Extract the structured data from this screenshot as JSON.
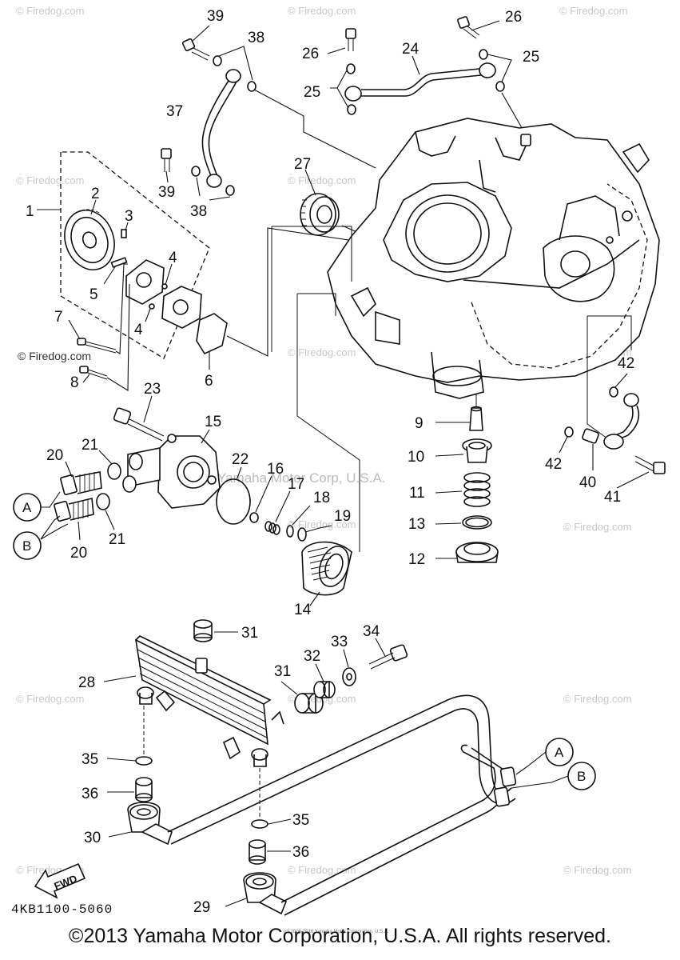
{
  "watermarks": {
    "firedog": "© Firedog.com",
    "firedog_plain": "Firedog.com",
    "yamaha_center": "Yamaha Motor Corp, U.S.A."
  },
  "parts": {
    "p1": "1",
    "p2": "2",
    "p3": "3",
    "p4a": "4",
    "p4b": "4",
    "p5": "5",
    "p6": "6",
    "p7": "7",
    "p8": "8",
    "p9": "9",
    "p10": "10",
    "p11": "11",
    "p12": "12",
    "p13": "13",
    "p14": "14",
    "p15": "15",
    "p16": "16",
    "p17": "17",
    "p18": "18",
    "p19": "19",
    "p20a": "20",
    "p20b": "20",
    "p21a": "21",
    "p21b": "21",
    "p22": "22",
    "p23": "23",
    "p24": "24",
    "p25a": "25",
    "p25b": "25",
    "p26a": "26",
    "p26b": "26",
    "p27": "27",
    "p28": "28",
    "p29": "29",
    "p30": "30",
    "p31a": "31",
    "p31b": "31",
    "p32": "32",
    "p33": "33",
    "p34": "34",
    "p35a": "35",
    "p35b": "35",
    "p36a": "36",
    "p36b": "36",
    "p37": "37",
    "p38a": "38",
    "p38b": "38",
    "p39a": "39",
    "p39b": "39",
    "p40": "40",
    "p41": "41",
    "p42a": "42",
    "p42b": "42"
  },
  "callouts": {
    "a_left": "A",
    "b_left": "B",
    "a_right": "A",
    "b_right": "B"
  },
  "fwd_label": "FWD",
  "diagram_code": "4KB1100-5060",
  "fine_print": "(c) 2008-2016 Yamaha Motor Corporation, U.S.A.",
  "copyright": "©2013 Yamaha Motor Corporation, U.S.A. All rights reserved."
}
